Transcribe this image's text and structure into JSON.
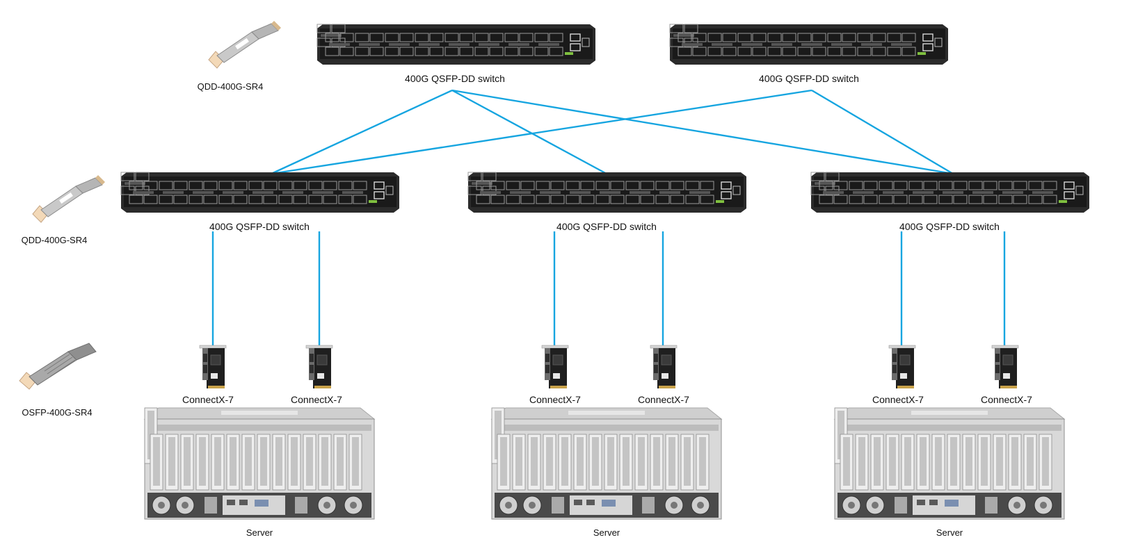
{
  "colors": {
    "link": "#16a5e0",
    "switch_body": "#2b2b2b",
    "switch_face": "#1a1a1a",
    "port_cage": "#9a9a9a",
    "server_metal": "#d9d9d9",
    "module_metal": "#c9c9c9",
    "pull_tab": "#f3d9b8"
  },
  "legend": [
    {
      "label": "QDD-400G-SR4",
      "icon": "qsfp-dd-module-icon"
    },
    {
      "label": "QDD-400G-SR4",
      "icon": "qsfp-dd-module-icon"
    },
    {
      "label": "OSFP-400G-SR4",
      "icon": "osfp-module-icon"
    }
  ],
  "spine_switches": [
    {
      "label": "400G QSFP-DD switch"
    },
    {
      "label": "400G QSFP-DD switch"
    }
  ],
  "leaf_switches": [
    {
      "label": "400G QSFP-DD switch"
    },
    {
      "label": "400G QSFP-DD switch"
    },
    {
      "label": "400G QSFP-DD switch"
    }
  ],
  "uplinks": [
    {
      "spine": 0,
      "leaf": 0
    },
    {
      "spine": 0,
      "leaf": 1
    },
    {
      "spine": 0,
      "leaf": 2
    },
    {
      "spine": 1,
      "leaf": 0
    },
    {
      "spine": 1,
      "leaf": 2
    }
  ],
  "nics": [
    {
      "label": "ConnectX-7"
    },
    {
      "label": "ConnectX-7"
    },
    {
      "label": "ConnectX-7"
    },
    {
      "label": "ConnectX-7"
    },
    {
      "label": "ConnectX-7"
    },
    {
      "label": "ConnectX-7"
    }
  ],
  "servers": [
    {
      "label": "Server"
    },
    {
      "label": "Server"
    },
    {
      "label": "Server"
    }
  ]
}
